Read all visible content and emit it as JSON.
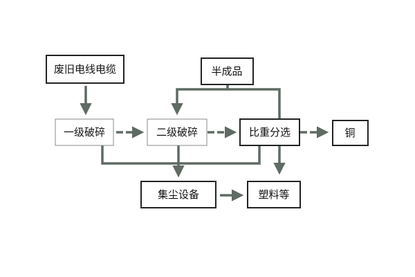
{
  "diagram": {
    "nodes": {
      "cable": "废旧电线电缆",
      "semi": "半成品",
      "crush1": "一级破碎",
      "crush2": "二级破碎",
      "gravity": "比重分选",
      "copper": "铜",
      "dust": "集尘设备",
      "plastic": "塑料等"
    }
  },
  "colors": {
    "line": "#5f6b63",
    "box_border": "#222222",
    "middle_box_border": "#8a8a8a",
    "text": "#111111"
  }
}
